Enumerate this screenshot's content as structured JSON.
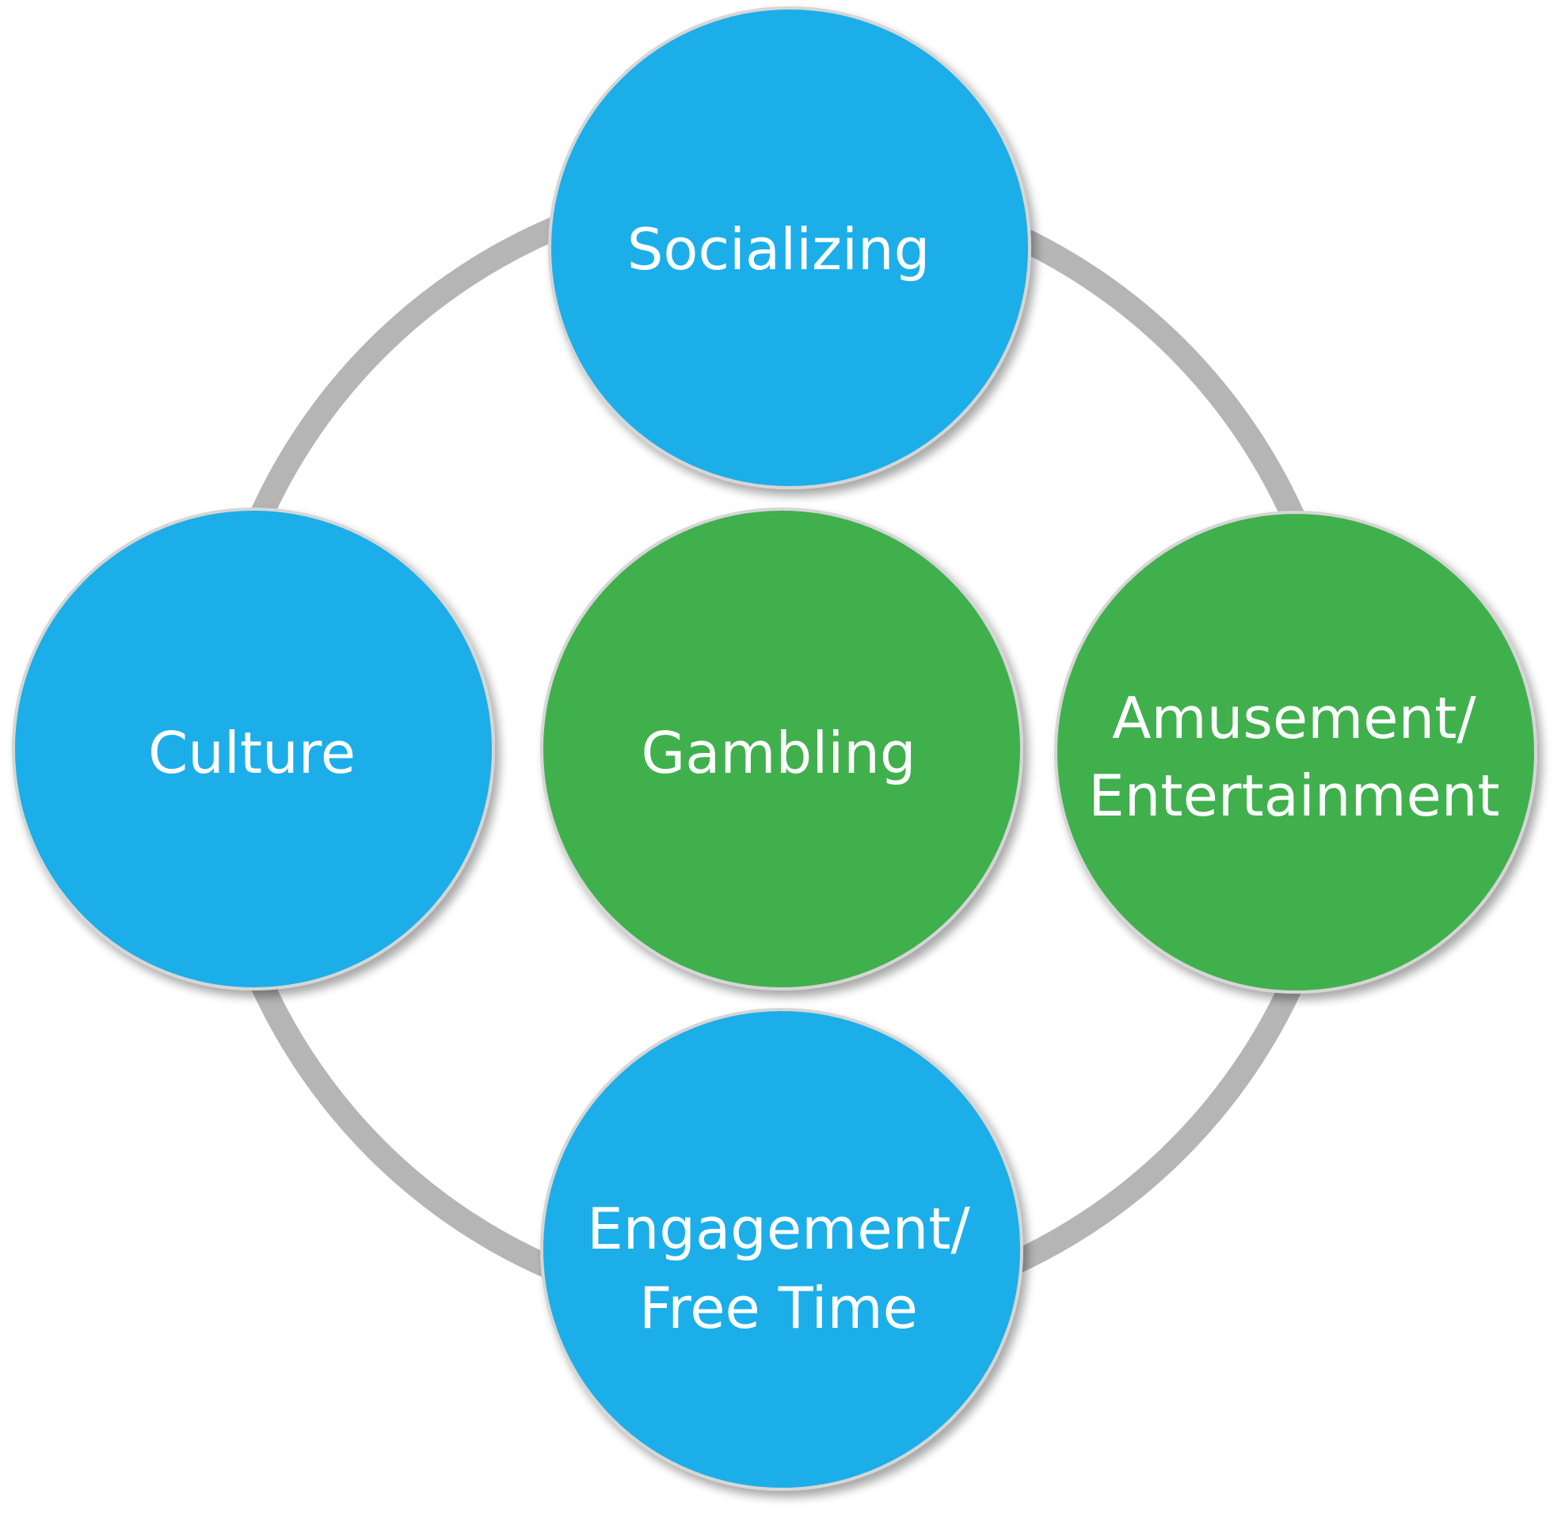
{
  "colors": {
    "ring": "#b5b5b5",
    "blue": "#1eaee9",
    "green": "#41b04e",
    "node_outline": "#cfcfcf",
    "text": "#ffffff"
  },
  "center": {
    "label": "Gambling",
    "color": "green"
  },
  "nodes": [
    {
      "id": "socializing",
      "lines": [
        "Socializing"
      ],
      "color": "blue"
    },
    {
      "id": "culture",
      "lines": [
        "Culture"
      ],
      "color": "blue"
    },
    {
      "id": "amusement",
      "lines": [
        "Amusement/",
        "Entertainment"
      ],
      "color": "green"
    },
    {
      "id": "engagement",
      "lines": [
        "Engagement/",
        "Free Time"
      ],
      "color": "blue"
    }
  ]
}
